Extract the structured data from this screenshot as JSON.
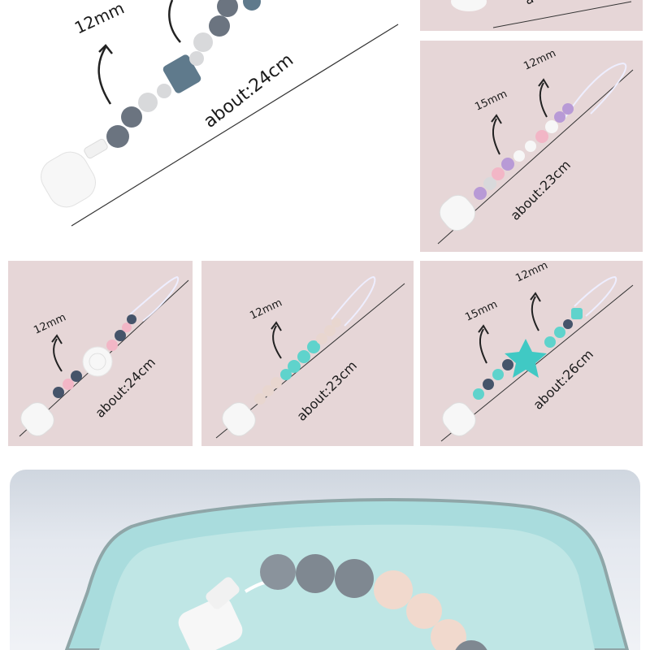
{
  "colors": {
    "panel_bg": "#e6d6d7",
    "white_bg": "#ffffff",
    "clip": "#f7f7f7",
    "gray_dark": "#6b7480",
    "gray_light": "#d8d9db",
    "slate": "#5f7a8c",
    "pink": "#f2b6c6",
    "lavender": "#b89ad6",
    "teal": "#5fd3cc",
    "beige": "#e8d6cf",
    "navy": "#45546a",
    "plate": "#a9dcdd"
  },
  "panels": [
    {
      "id": "panel-large-gray",
      "size_label": "12mm",
      "length_label": "about:24cm"
    },
    {
      "id": "panel-top-right-partial",
      "size_label": "",
      "length_label": "a"
    },
    {
      "id": "panel-pink-lavender",
      "size_label_a": "15mm",
      "size_label_b": "12mm",
      "length_label": "about:23cm"
    },
    {
      "id": "panel-flower",
      "size_label": "12mm",
      "length_label": "about:24cm"
    },
    {
      "id": "panel-teal-beige",
      "size_label": "12mm",
      "length_label": "about:23cm"
    },
    {
      "id": "panel-star",
      "size_label_a": "15mm",
      "size_label_b": "12mm",
      "length_label": "about:26cm"
    }
  ],
  "photo": {
    "subject": "pacifier-clip-on-plate-photo"
  }
}
